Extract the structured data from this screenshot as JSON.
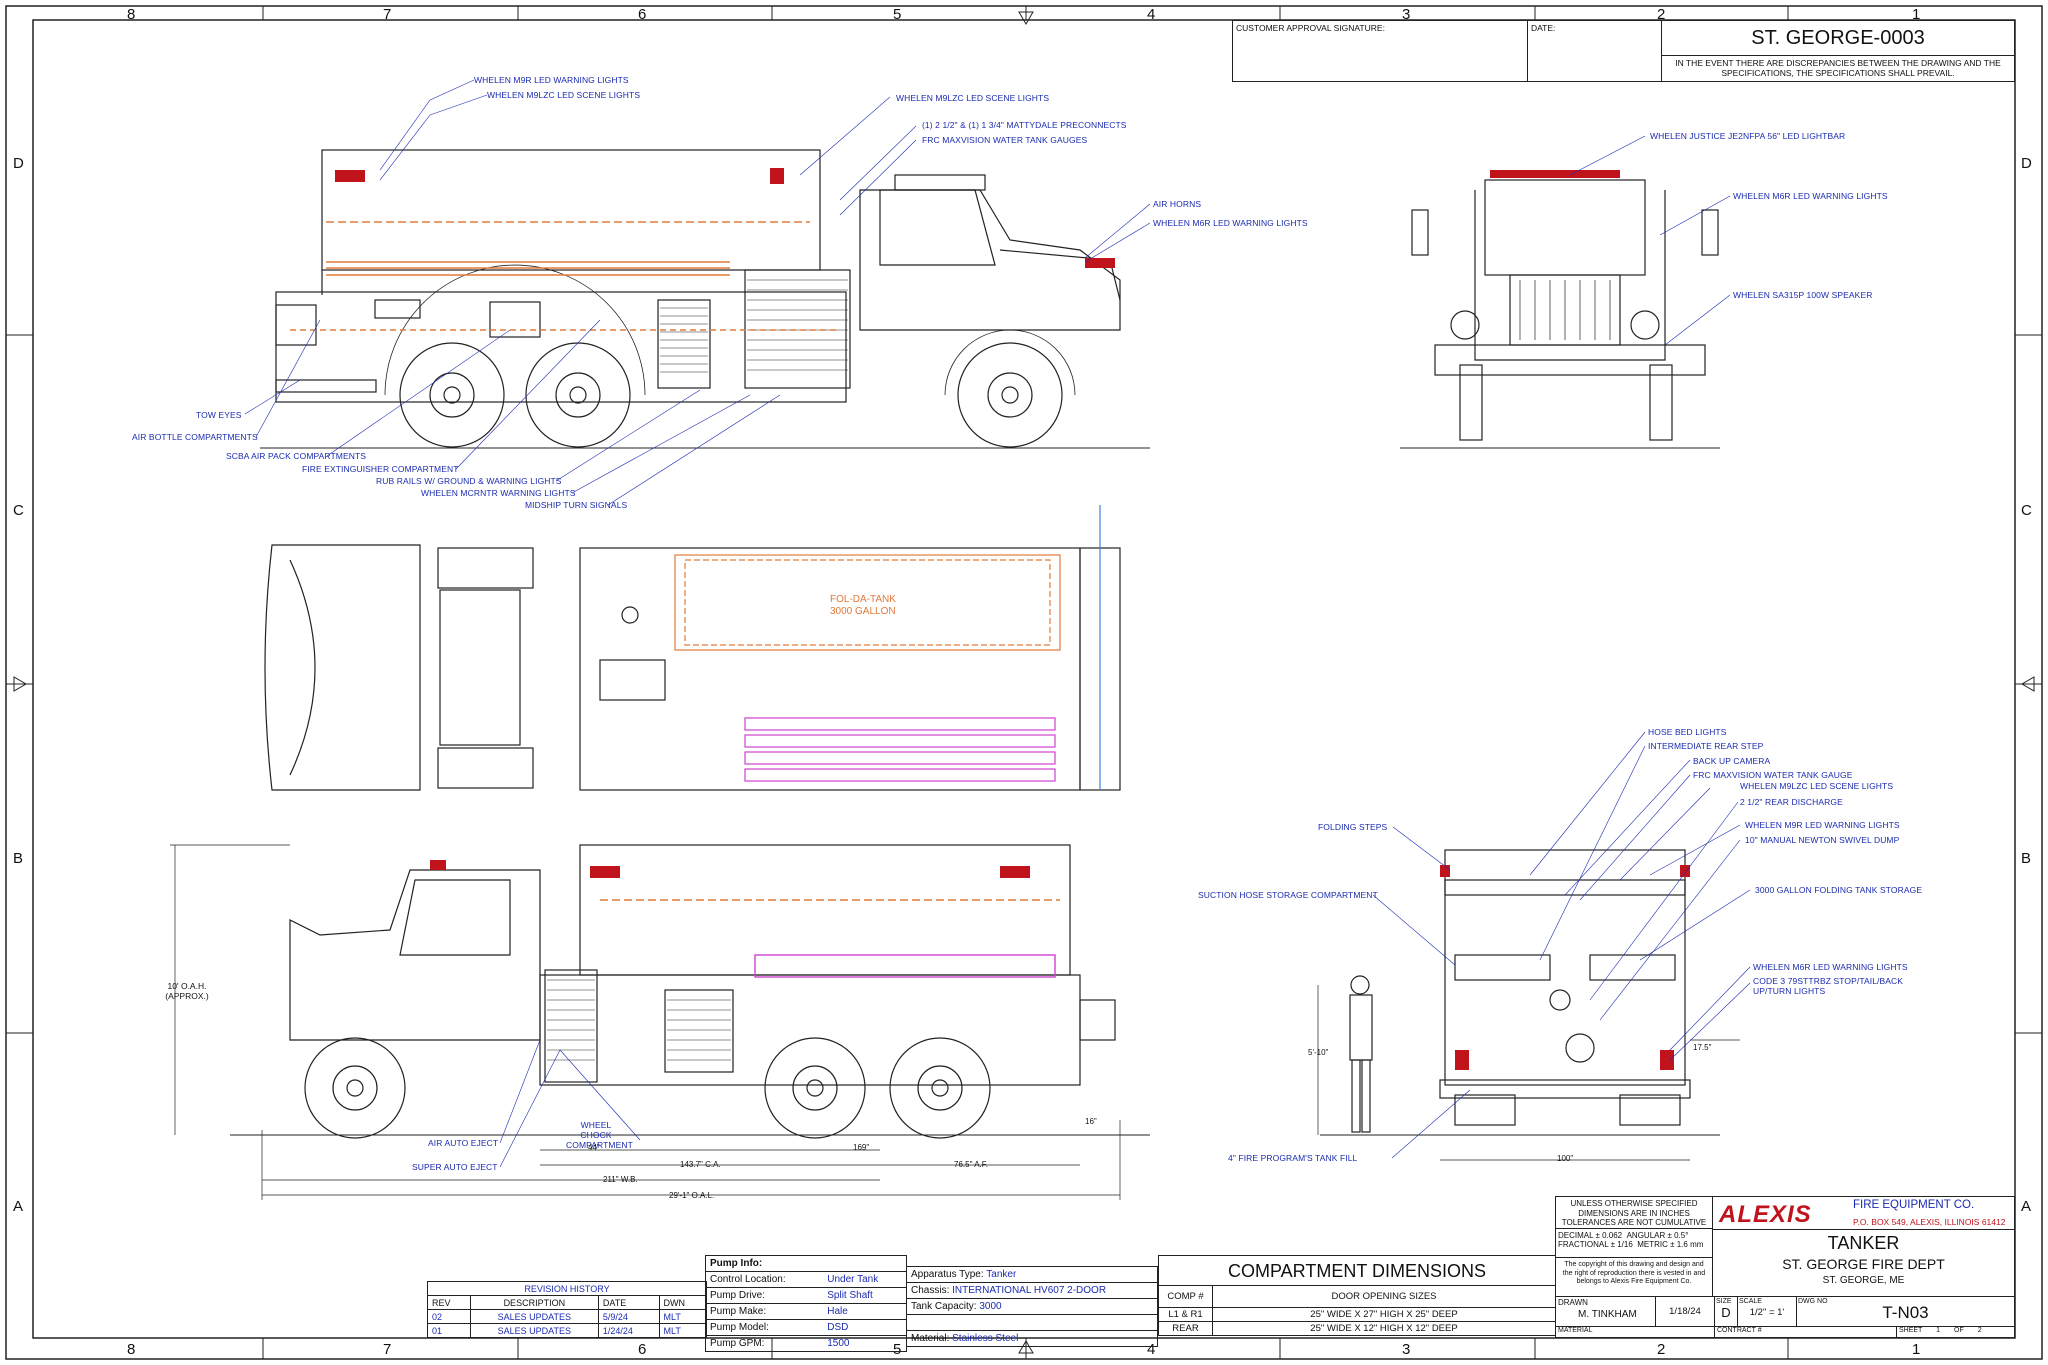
{
  "border": {
    "top_numbers": [
      "8",
      "7",
      "6",
      "5",
      "4",
      "3",
      "2",
      "1"
    ],
    "bottom_numbers": [
      "8",
      "7",
      "6",
      "5",
      "4",
      "3",
      "2",
      "1"
    ],
    "side_letters": [
      "D",
      "C",
      "B",
      "A"
    ]
  },
  "title_block_top": {
    "customer_signature_label": "CUSTOMER APPROVAL SIGNATURE:",
    "date_label": "DATE:",
    "drawing_id": "ST. GEORGE-0003",
    "discrepancy_note": "IN THE EVENT THERE ARE DISCREPANCIES BETWEEN THE DRAWING AND THE SPECIFICATIONS, THE SPECIFICATIONS SHALL PREVAIL."
  },
  "callouts": {
    "side_view_left": [
      "WHELEN M9R LED WARNING LIGHTS",
      "WHELEN M9LZC LED SCENE LIGHTS",
      "WHELEN M9LZC LED SCENE LIGHTS",
      "(1) 2 1/2\" & (1) 1 3/4\" MATTYDALE PRECONNECTS",
      "FRC MAXVISION WATER TANK GAUGES",
      "AIR HORNS",
      "WHELEN M6R LED WARNING LIGHTS",
      "TOW EYES",
      "AIR BOTTLE COMPARTMENTS",
      "SCBA AIR PACK COMPARTMENTS",
      "FIRE EXTINGUISHER COMPARTMENT",
      "RUB RAILS W/ GROUND & WARNING LIGHTS",
      "WHELEN MCRNTR WARNING LIGHTS",
      "MIDSHIP TURN SIGNALS"
    ],
    "front_view": [
      "WHELEN JUSTICE JE2NFPA 56\" LED LIGHTBAR",
      "WHELEN M6R LED WARNING LIGHTS",
      "WHELEN SA315P 100W SPEAKER"
    ],
    "rear_view": [
      "HOSE BED LIGHTS",
      "INTERMEDIATE REAR STEP",
      "BACK UP CAMERA",
      "FRC MAXVISION WATER TANK GAUGE",
      "WHELEN M9LZC LED SCENE LIGHTS",
      "2 1/2\" REAR DISCHARGE",
      "WHELEN M9R LED WARNING LIGHTS",
      "10\" MANUAL NEWTON SWIVEL DUMP",
      "3000 GALLON FOLDING TANK STORAGE",
      "WHELEN M6R LED WARNING LIGHTS",
      "CODE 3 79STTRBZ STOP/TAIL/BACK UP/TURN LIGHTS",
      "FOLDING STEPS",
      "SUCTION HOSE STORAGE COMPARTMENT",
      "4\" FIRE PROGRAM'S TANK FILL"
    ],
    "other_side": [
      "AIR AUTO EJECT",
      "SUPER AUTO EJECT",
      "WHEEL CHOCK COMPARTMENT"
    ]
  },
  "plan_view": {
    "tank_label_1": "FOL-DA-TANK",
    "tank_label_2": "3000 GALLON"
  },
  "dimensions": {
    "height": "10' O.A.H. (APPROX.)",
    "d44": "44\"",
    "d169": "169\"",
    "ca": "143.7\" C.A.",
    "af": "76.5\" A.F.",
    "wb": "211\" W.B.",
    "oal": "29'-1\" O.A.L.",
    "d16": "16\"",
    "person": "5'-10\"",
    "d175": "17.5\"",
    "d100": "100\""
  },
  "revision_history": {
    "title": "REVISION HISTORY",
    "headers": [
      "REV",
      "DESCRIPTION",
      "DATE",
      "DWN"
    ],
    "rows": [
      [
        "02",
        "SALES UPDATES",
        "5/9/24",
        "MLT"
      ],
      [
        "01",
        "SALES UPDATES",
        "1/24/24",
        "MLT"
      ]
    ]
  },
  "pump_info": {
    "title": "Pump Info:",
    "rows": [
      [
        "Control Location:",
        "Under Tank"
      ],
      [
        "Pump Drive:",
        "Split Shaft"
      ],
      [
        "Pump Make:",
        "Hale"
      ],
      [
        "Pump Model:",
        "DSD"
      ],
      [
        "Pump GPM:",
        "1500"
      ]
    ]
  },
  "apparatus": {
    "rows": [
      [
        "Apparatus Type:",
        "Tanker"
      ],
      [
        "Chassis:",
        "INTERNATIONAL HV607 2-DOOR"
      ],
      [
        "Tank Capacity:",
        "3000"
      ],
      [
        "",
        ""
      ],
      [
        "Material:",
        "Stainless Steel"
      ]
    ]
  },
  "compartments": {
    "title": "COMPARTMENT DIMENSIONS",
    "headers": [
      "COMP #",
      "DOOR OPENING SIZES"
    ],
    "rows": [
      [
        "L1 & R1",
        "25\" WIDE X 27\" HIGH X 25\" DEEP"
      ],
      [
        "REAR",
        "25\" WIDE X 12\" HIGH X 12\" DEEP"
      ]
    ]
  },
  "title_block": {
    "tolerance_note": "UNLESS OTHERWISE SPECIFIED DIMENSIONS ARE IN INCHES TOLERANCES ARE NOT CUMULATIVE",
    "decimal": "DECIMAL ± 0.062",
    "angular": "ANGULAR ± 0.5°",
    "fractional": "FRACTIONAL ± 1/16",
    "metric": "METRIC ± 1.6 mm",
    "copyright": "The copyright of this drawing and design and the right of reproduction there is vested in and belongs to Alexis Fire Equipment Co.",
    "logo": "ALEXIS",
    "company": "FIRE EQUIPMENT CO.",
    "address": "P.O. BOX 549, ALEXIS, ILLINOIS 61412",
    "type": "TANKER",
    "customer": "ST. GEORGE FIRE DEPT",
    "location": "ST. GEORGE, ME",
    "drawn_label": "DRAWN",
    "drawn_by": "M. TINKHAM",
    "drawn_date": "1/18/24",
    "size_label": "SIZE",
    "size": "D",
    "scale_label": "SCALE",
    "scale": "1/2\" = 1'",
    "dwg_label": "DWG NO",
    "dwg_no": "T-N03",
    "material_label": "MATERIAL",
    "contract_label": "CONTRACT #",
    "sheet_label": "SHEET",
    "sheet": "1",
    "of_label": "OF",
    "total": "2"
  }
}
